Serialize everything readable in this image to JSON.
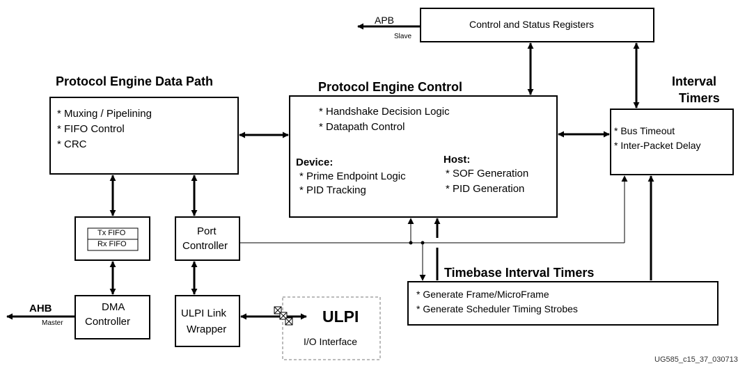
{
  "apb": {
    "label": "APB",
    "sub": "Slave"
  },
  "ahb": {
    "label": "AHB",
    "sub": "Master"
  },
  "csr": {
    "label": "Control and Status Registers"
  },
  "datapath": {
    "title": "Protocol Engine Data Path",
    "items": [
      "* Muxing / Pipelining",
      "* FIFO Control",
      "* CRC"
    ]
  },
  "control": {
    "title": "Protocol Engine Control",
    "items": [
      "* Handshake Decision Logic",
      "* Datapath Control"
    ],
    "device_title": "Device:",
    "device_items": [
      "* Prime Endpoint Logic",
      "* PID Tracking"
    ],
    "host_title": "Host:",
    "host_items": [
      "* SOF Generation",
      "* PID Generation"
    ]
  },
  "interval": {
    "title_line1": "Interval",
    "title_line2": "Timers",
    "items": [
      "* Bus Timeout",
      "* Inter-Packet Delay"
    ]
  },
  "fifo": {
    "tx": "Tx FIFO",
    "rx": "Rx FIFO"
  },
  "port": {
    "line1": "Port",
    "line2": "Controller"
  },
  "dma": {
    "line1": "DMA",
    "line2": "Controller"
  },
  "ulpi_wrapper": {
    "line1": "ULPI Link",
    "line2": "Wrapper"
  },
  "ulpi": {
    "title": "ULPI",
    "sub": "I/O Interface"
  },
  "timebase": {
    "title": "Timebase Interval Timers",
    "items": [
      "* Generate Frame/MicroFrame",
      "* Generate Scheduler Timing Strobes"
    ]
  },
  "figure_id": "UG585_c15_37_030713"
}
